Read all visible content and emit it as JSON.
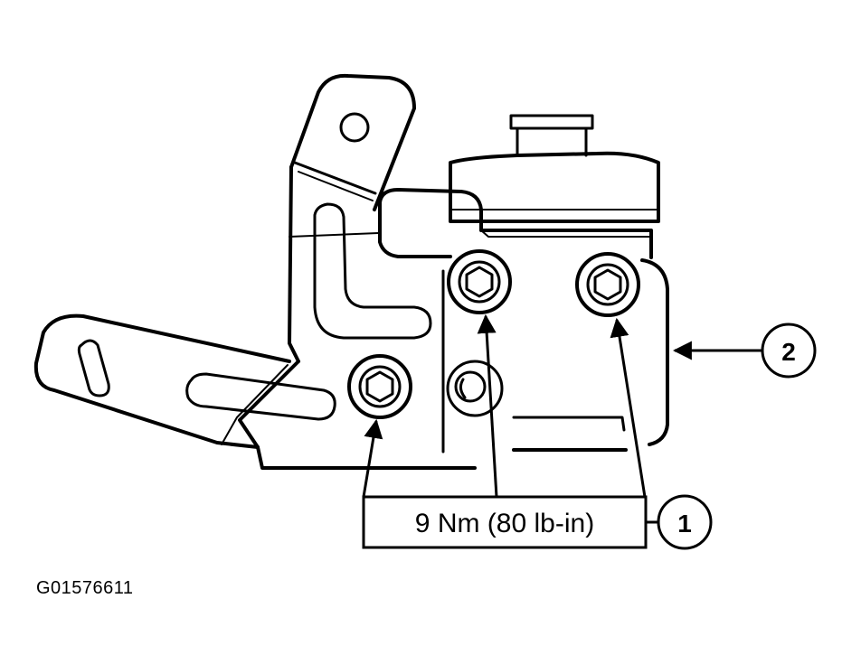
{
  "torque_label": "9 Nm (80 lb-in)",
  "callouts": {
    "one": "1",
    "two": "2"
  },
  "figure_id": "G01576611",
  "colors": {
    "line": "#000000",
    "background": "#ffffff"
  }
}
